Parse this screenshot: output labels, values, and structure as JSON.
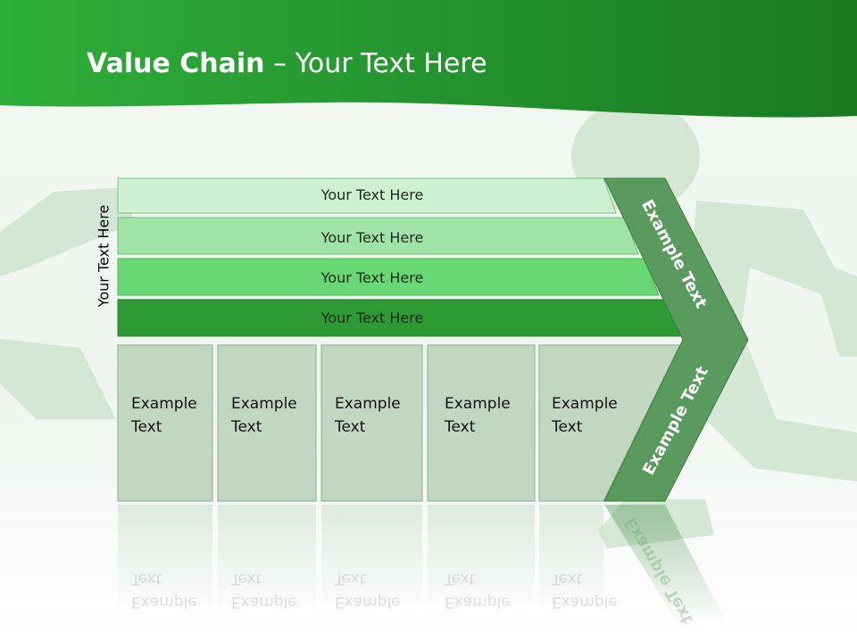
{
  "slide": {
    "title_bold": "Value Chain",
    "title_rest": " – Your Text Here"
  },
  "diagram": {
    "vertical_label": "Your Text Here",
    "bars": [
      {
        "label": "Your Text Here",
        "color": "#cdf0d2"
      },
      {
        "label": "Your Text Here",
        "color": "#9fe3a7"
      },
      {
        "label": "Your Text Here",
        "color": "#68d874"
      },
      {
        "label": "Your Text Here",
        "color": "#2e9a34"
      }
    ],
    "columns": [
      {
        "line1": "Example",
        "line2": "Text"
      },
      {
        "line1": "Example",
        "line2": "Text"
      },
      {
        "line1": "Example",
        "line2": "Text"
      },
      {
        "line1": "Example",
        "line2": "Text"
      },
      {
        "line1": "Example",
        "line2": "Text"
      }
    ],
    "chevron_upper": "Example Text",
    "chevron_lower": "Example Text",
    "colors": {
      "header_green": "#1f8a2a",
      "column_fill": "#c2d7c2",
      "chevron_fill": "#5a9a5e"
    }
  }
}
